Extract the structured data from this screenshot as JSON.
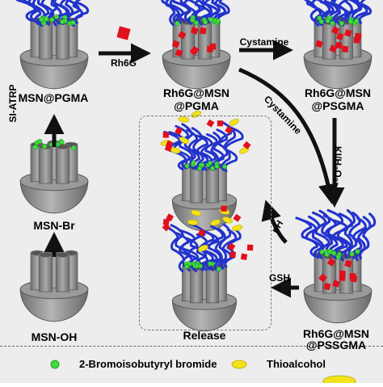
{
  "labels": {
    "msn_oh": "MSN-OH",
    "msn_br": "MSN-Br",
    "si_atrp": "SI-ATRP",
    "msn_pgma": "MSN@PGMA",
    "rh6g": "Rh6G",
    "rh6g_msn_pgma_1": "Rh6G@MSN",
    "rh6g_msn_pgma_2": "@PGMA",
    "cystamine_top": "Cystamine",
    "cystamine_curve": "Cystamine",
    "rh6g_msn_psgma_1": "Rh6G@MSN",
    "rh6g_msn_psgma_2": "@PSGMA",
    "oxidant": "KI/H₂O₂",
    "rh6g_msn_pssgma_1": "Rh6G@MSN",
    "rh6g_msn_pssgma_2": "@PSSGMA",
    "ph": "pH",
    "gsh": "GSH",
    "release": "Release"
  },
  "legend": {
    "item1": "2-Bromoisobutyryl bromide",
    "item2": "Thioalcohol"
  },
  "colors": {
    "background": "#ededed",
    "particle": "#8a8a8a",
    "polymer": "#2233cc",
    "drug": "#e0101c",
    "initiator": "#3fdc3f",
    "thiol": "#f2e21a",
    "arrow": "#111111"
  }
}
